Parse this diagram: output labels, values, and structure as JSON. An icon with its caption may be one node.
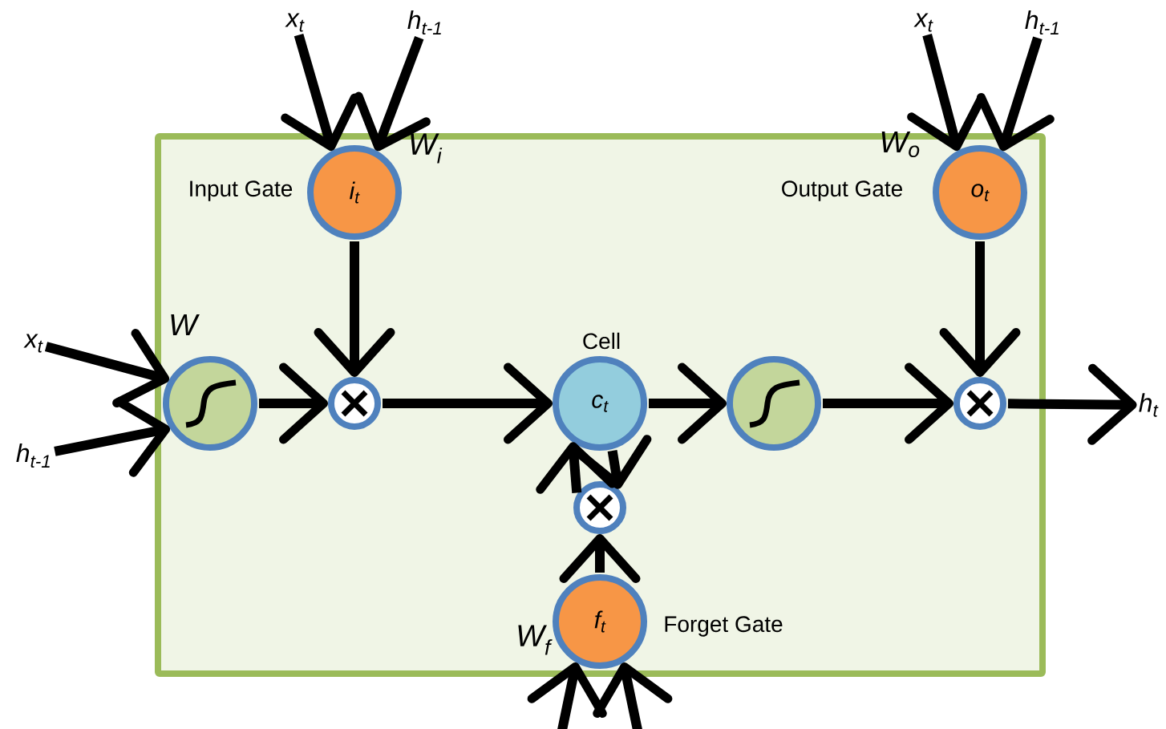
{
  "diagram": {
    "nodes": [
      {
        "text": [],
        "shape": "box"
      },
      {
        "text": [
          "x$_{t}$"
        ]
      },
      {
        "text": [
          "h$_{t-1}$"
        ]
      },
      {
        "text": [
          "x$_{t}$"
        ]
      },
      {
        "text": [
          "h$_{t-1}$"
        ]
      },
      {
        "text": [
          "i$_{t}$"
        ],
        "beside": [
          "Input Gate",
          "W$_{i}$"
        ],
        "in": 0
      },
      {
        "text": [
          "o$_{t}$"
        ],
        "beside": [
          "W$_{o}$",
          "Output Gate"
        ],
        "in": 0
      },
      {
        "text": [
          "x$_{t}$"
        ]
      },
      {
        "text": [
          "h$_{t-1}$"
        ]
      },
      {
        "text": [],
        "shape": "circle",
        "beside": [
          "W"
        ],
        "in": 0
      },
      {
        "text": [],
        "shape": "circle",
        "in": 0
      },
      {
        "text": [
          "c$_{t}$"
        ],
        "beside": [
          "Cell"
        ],
        "in": 0
      },
      {
        "text": [],
        "shape": "circle",
        "in": 0
      },
      {
        "text": [],
        "shape": "circle",
        "in": 0
      },
      {
        "text": [
          "h$_{t}$"
        ]
      },
      {
        "text": [],
        "shape": "circle",
        "in": 0
      },
      {
        "text": [
          "f$_{t}$"
        ],
        "beside": [
          "W$_{f}$",
          "Forget Gate"
        ],
        "in": 0
      }
    ],
    "edges": [
      {
        "from": 1,
        "to": 5,
        "arrow": "to"
      },
      {
        "from": 2,
        "to": 5,
        "arrow": "to"
      },
      {
        "from": 3,
        "to": 6,
        "arrow": "to"
      },
      {
        "from": 4,
        "to": 6,
        "arrow": "to"
      },
      {
        "from": 7,
        "to": 9,
        "arrow": "to"
      },
      {
        "from": 8,
        "to": 9,
        "arrow": "to"
      },
      {
        "from": 9,
        "to": 10,
        "arrow": "to"
      },
      {
        "from": 5,
        "to": 10,
        "arrow": "to"
      },
      {
        "from": 10,
        "to": 11,
        "arrow": "to"
      },
      {
        "from": 11,
        "to": 12,
        "arrow": "to"
      },
      {
        "from": 12,
        "to": 13,
        "arrow": "to"
      },
      {
        "from": 6,
        "to": 13,
        "arrow": "to"
      },
      {
        "from": 13,
        "to": 14,
        "arrow": "to"
      },
      {
        "from": 16,
        "to": 15,
        "arrow": "to"
      },
      {
        "from": 15,
        "to": 11,
        "arrow": "to"
      },
      {
        "from": 11,
        "to": 15,
        "arrow": "to"
      },
      {
        "from": null,
        "to": 16,
        "arrow": "to"
      },
      {
        "from": null,
        "to": 16,
        "arrow": "to"
      }
    ]
  }
}
